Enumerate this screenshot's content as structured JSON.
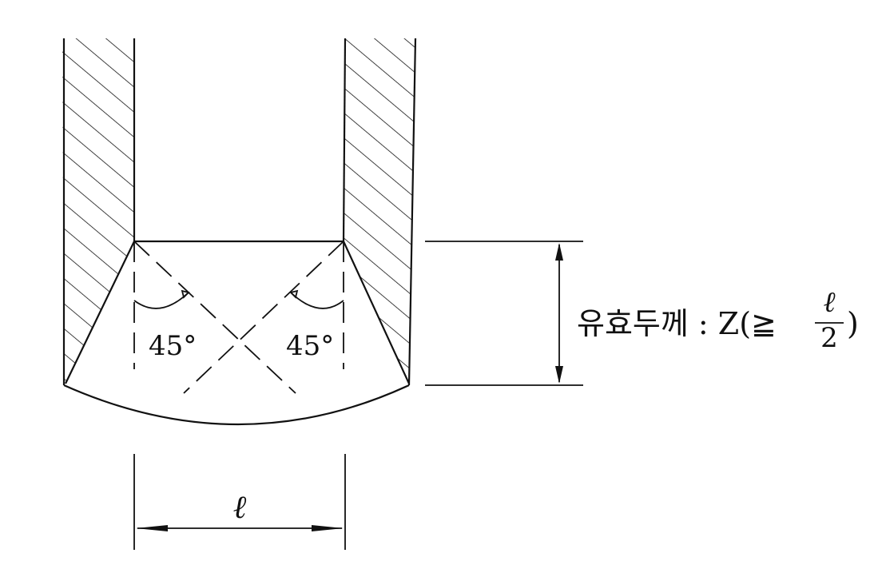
{
  "diagram": {
    "angle_left_label": "45°",
    "angle_right_label": "45°",
    "width_label": "ℓ",
    "thickness_label_prefix": "유효두께 : Z(≧",
    "fraction_numerator": "ℓ",
    "fraction_denominator": "2",
    "thickness_label_suffix": ")"
  },
  "colors": {
    "ink": "#111111",
    "background": "#ffffff"
  }
}
